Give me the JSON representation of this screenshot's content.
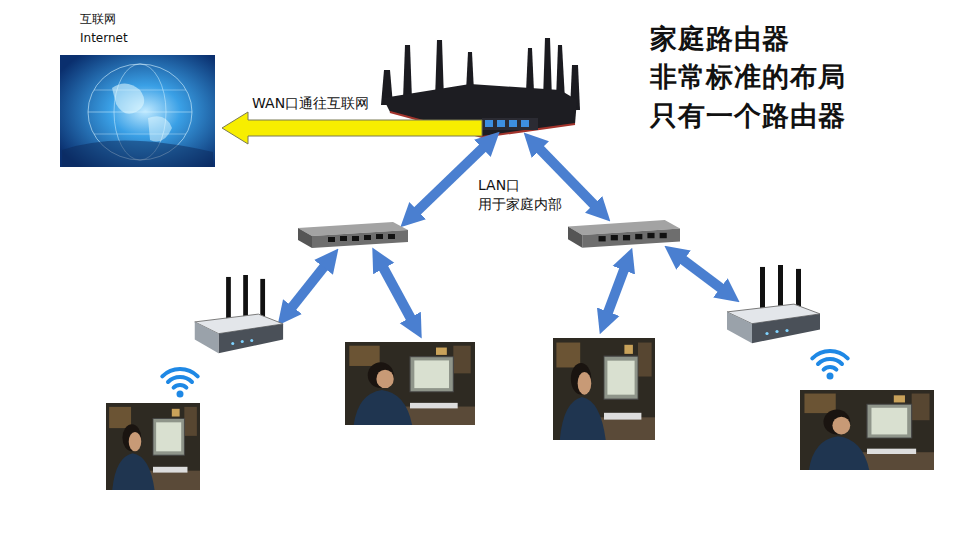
{
  "diagram": {
    "title": "家庭路由器 非常标准的布局 只有一个路由器",
    "nodes": [
      {
        "text": [
          "互联网",
          "Internet"
        ]
      }
    ],
    "labels": [
      "WAN口通往互联网",
      "LAN口 用于家庭内部"
    ]
  }
}
